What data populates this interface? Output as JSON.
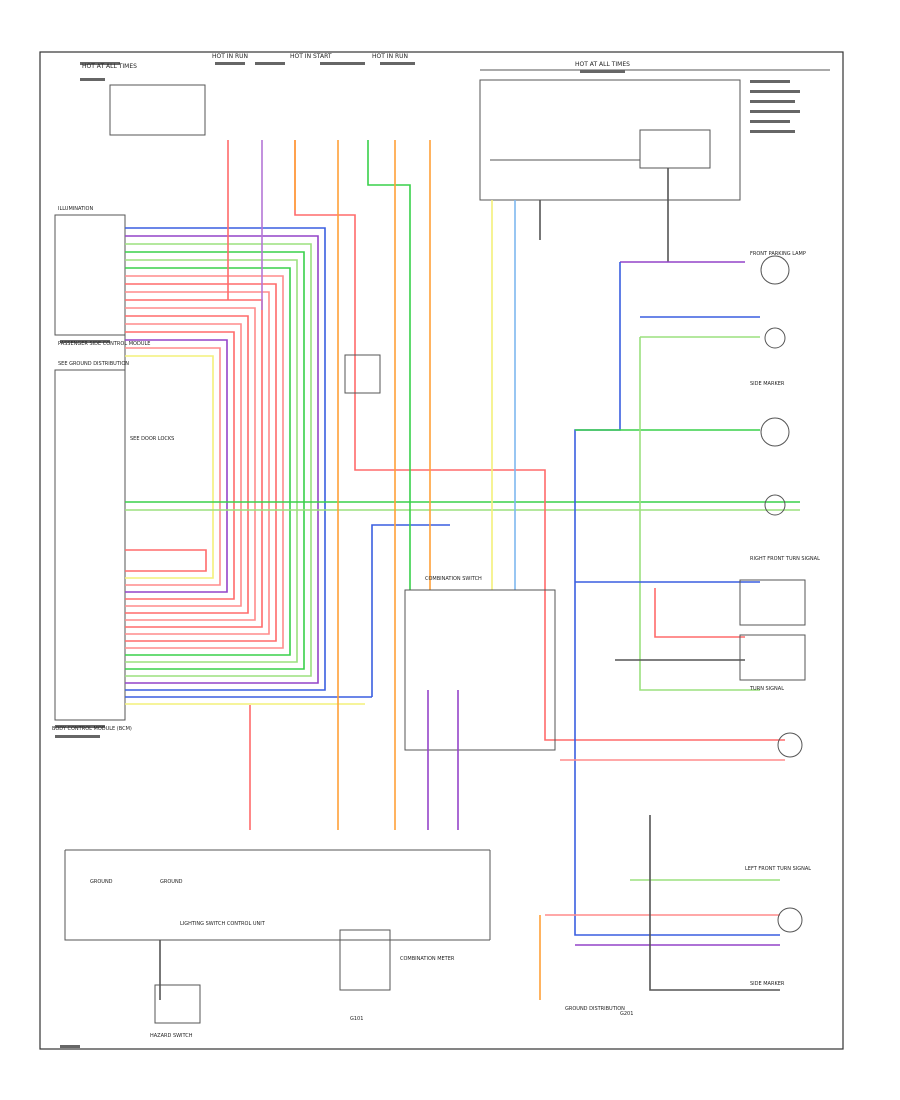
{
  "diagram": {
    "colors": {
      "frame": "#333333",
      "wire": "#555555",
      "red": "#ff6b6b",
      "pink": "#ff8c8c",
      "green": "#39d04a",
      "lightgreen": "#9be07e",
      "yellow": "#f4f07a",
      "blue": "#3a5fe0",
      "orange": "#ffa038",
      "purple": "#9444c9",
      "violet": "#b476d6",
      "gray": "#8a8a8a",
      "lightblue": "#7fb8ee"
    },
    "header_labels": [
      "HOT AT ALL TIMES",
      "HOT IN RUN",
      "HOT IN START",
      "HOT IN RUN",
      "HOT AT ALL TIMES"
    ],
    "left_column_labels": [
      "ILLUMINATION",
      "SEE GROUND DISTRIBUTION",
      "SEE DOOR LOCKS"
    ],
    "module_labels": [
      "PASSENGER SIDE CONTROL MODULE",
      "COMBINATION SWITCH",
      "BODY CONTROL MODULE (BCM)",
      "HAZARD SWITCH",
      "COMBINATION METER",
      "LIGHTING SWITCH CONTROL UNIT",
      "GROUND DISTRIBUTION"
    ],
    "right_column_labels": [
      "FRONT PARKING LAMP",
      "SIDE MARKER",
      "RIGHT FRONT TURN SIGNAL",
      "LEFT FRONT TURN SIGNAL",
      "TURN SIGNAL",
      "SIDE MARKER"
    ],
    "footer_labels": [
      "GROUND",
      "GROUND",
      "G101",
      "G201"
    ]
  }
}
